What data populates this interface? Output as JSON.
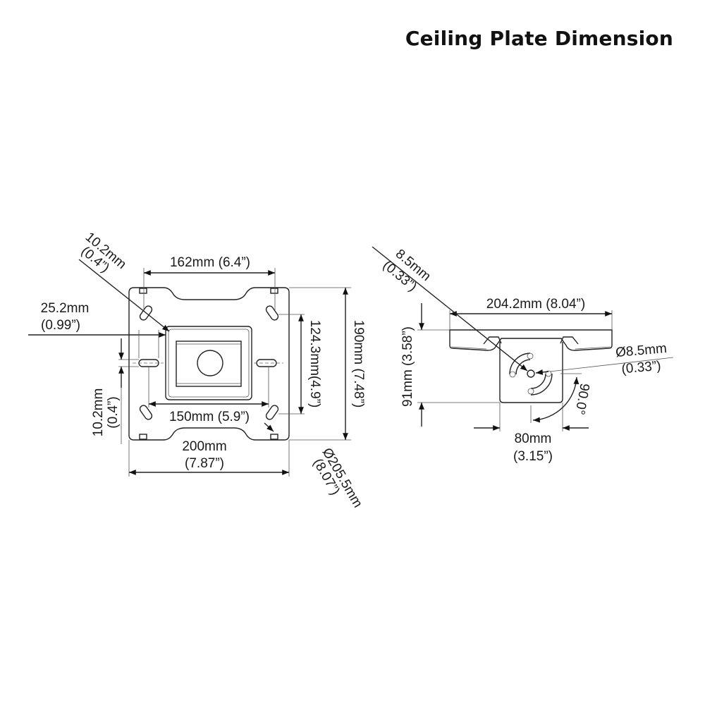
{
  "title": "Ceiling Plate Dimension",
  "top_view": {
    "hole_slot_top": [
      "10.2mm",
      "(0.4”)"
    ],
    "width_162": "162mm (6.4”)",
    "offset_25": [
      "25.2mm",
      "(0.99”)"
    ],
    "height_190": "190mm  (7.48”)",
    "height_124": "124.3mm(4.9”)",
    "width_150": "150mm (5.9”)",
    "slot_side": [
      "10.2mm",
      "(0.4”)"
    ],
    "width_200": [
      "200mm",
      "(7.87”)"
    ],
    "diameter_205": [
      "Ø205.5mm",
      "(8.07”)"
    ]
  },
  "side_view": {
    "hole_leader": [
      "8.5mm",
      "(0.33”)"
    ],
    "width_204": "204.2mm (8.04”)",
    "height_91": "91mm (3.58”)",
    "hole_diameter": [
      "Ø8.5mm",
      "(0.33”)"
    ],
    "angle": "90.0°",
    "width_80": [
      "80mm",
      "(3.15”)"
    ]
  },
  "colors": {
    "line": "#222222",
    "text": "#1a1a1a"
  }
}
